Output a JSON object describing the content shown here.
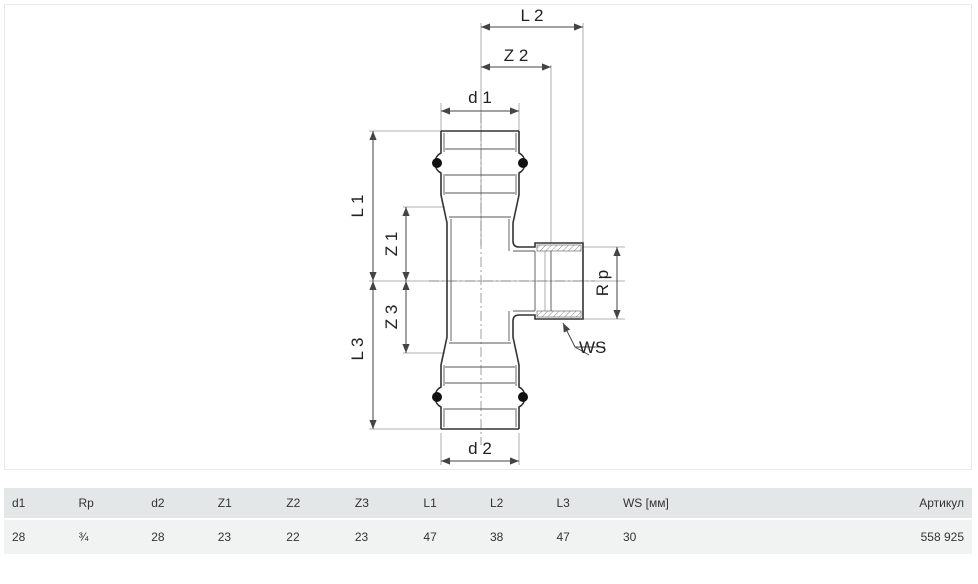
{
  "drawing": {
    "labels": {
      "L2": "L 2",
      "Z2": "Z 2",
      "d1": "d 1",
      "L1": "L 1",
      "Z1": "Z 1",
      "Z3": "Z 3",
      "L3": "L 3",
      "Rp": "R p",
      "WS": "WS",
      "d2": "d 2"
    }
  },
  "table": {
    "headers": [
      "d1",
      "Rp",
      "d2",
      "Z1",
      "Z2",
      "Z3",
      "L1",
      "L2",
      "L3",
      "WS [мм]",
      "Артикул"
    ],
    "rows": [
      [
        "28",
        "¾",
        "28",
        "23",
        "22",
        "23",
        "47",
        "38",
        "47",
        "30",
        "558 925"
      ]
    ]
  },
  "colors": {
    "line": "#555555",
    "fitting": "#333333",
    "header_bg": "#e4e7e7",
    "row_bg": "#f1f3f3"
  }
}
